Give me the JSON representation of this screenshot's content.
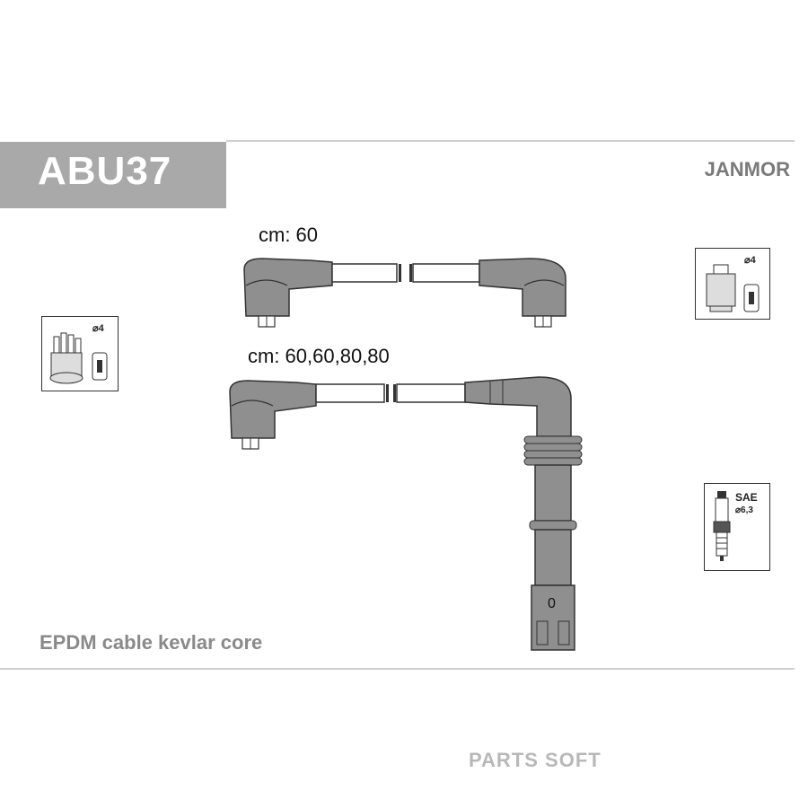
{
  "part_number": "ABU37",
  "brand": "JANMOR",
  "wire_sets": [
    {
      "length_label": "cm: 60"
    },
    {
      "length_label": "cm: 60,60,80,80"
    }
  ],
  "distributor": {
    "diameter_label": "⌀4"
  },
  "coil": {
    "diameter_label": "⌀4"
  },
  "spark_plug": {
    "standard_label": "SAE",
    "diameter_label": "⌀6,3"
  },
  "cable_description": "EPDM cable kevlar core",
  "plug_connector_marking": "0",
  "watermark": "PARTS SOFT",
  "colors": {
    "title_box": "#a9a9a9",
    "boot_fill": "#8f8f8f",
    "line": "#333333"
  }
}
